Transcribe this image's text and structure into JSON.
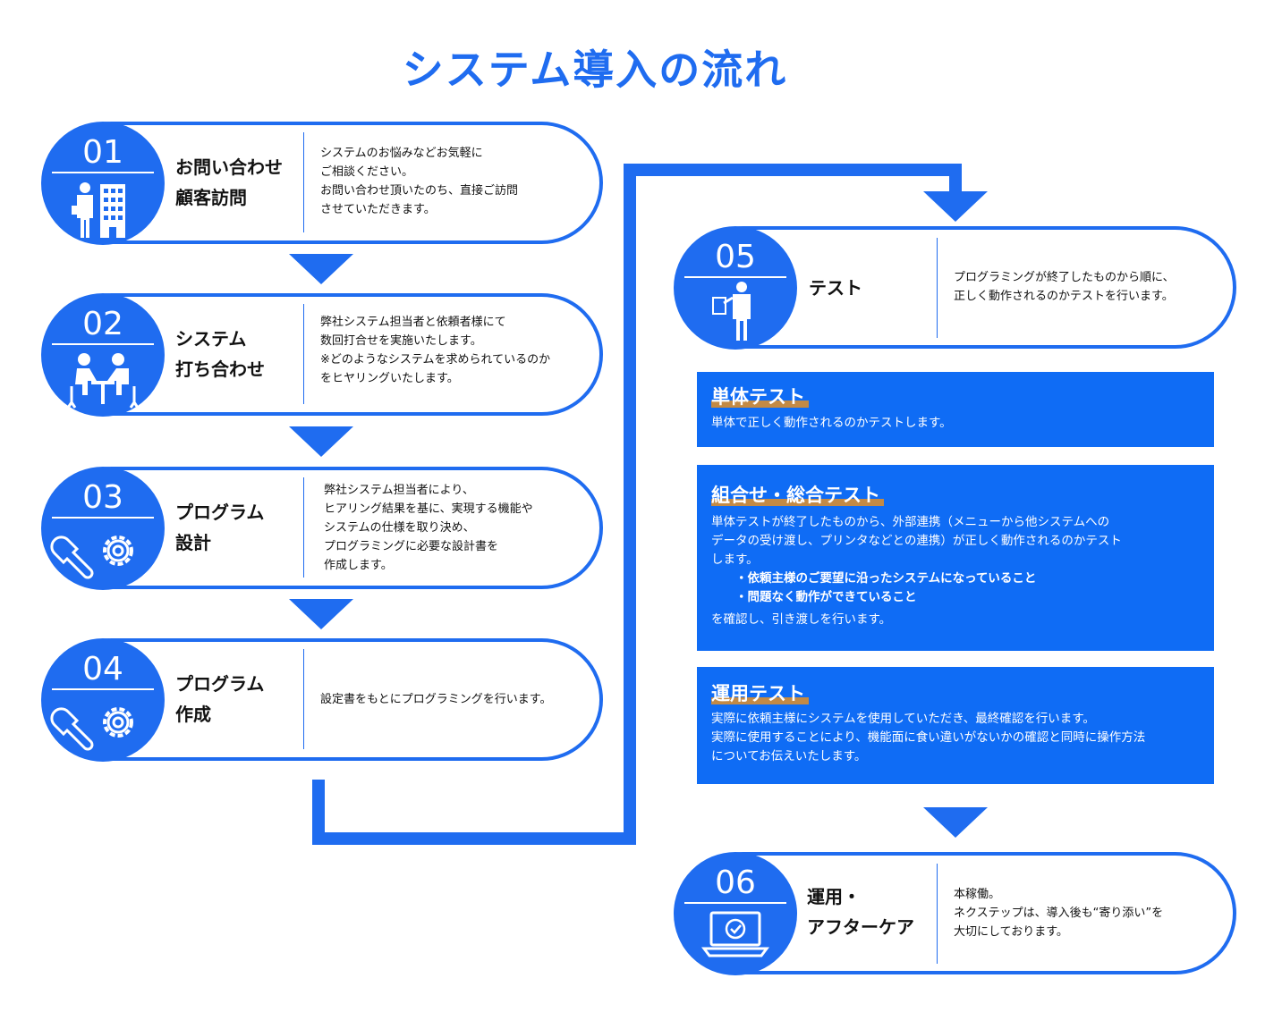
{
  "title": "システム導入の流れ",
  "steps": [
    {
      "num": "01",
      "heading": [
        "お問い合わせ",
        "顧客訪問"
      ],
      "icon": "businessman-building-icon",
      "desc": [
        "システムのお悩みなどお気軽に",
        "ご相談ください。",
        "お問い合わせ頂いたのち、直接ご訪問",
        "させていただきます。"
      ]
    },
    {
      "num": "02",
      "heading": [
        "システム",
        "打ち合わせ"
      ],
      "icon": "meeting-icon",
      "desc": [
        "弊社システム担当者と依頼者様にて",
        "数回打合せを実施いたします。",
        "※どのようなシステムを求められているのか",
        "をヒヤリングいたします。"
      ]
    },
    {
      "num": "03",
      "heading": [
        "プログラム",
        "設計"
      ],
      "icon": "wrench-gear-icon",
      "desc": [
        "弊社システム担当者により、",
        "ヒアリング結果を基に、実現する機能や",
        "システムの仕様を取り決め、",
        "プログラミングに必要な設計書を",
        "作成します。"
      ]
    },
    {
      "num": "04",
      "heading": [
        "プログラム",
        "作成"
      ],
      "icon": "wrench-gear-icon",
      "desc": [
        "設定書をもとにプログラミングを行います。"
      ]
    },
    {
      "num": "05",
      "heading": [
        "テスト"
      ],
      "icon": "presenter-icon",
      "desc": [
        "プログラミングが終了したものから順に、",
        "正しく動作されるのかテストを行います。"
      ]
    },
    {
      "num": "06",
      "heading": [
        "運用・",
        "アフターケア"
      ],
      "icon": "laptop-check-icon",
      "desc": [
        "本稼働。",
        "ネクステップは、導入後も“寄り添い”を",
        "大切にしております。"
      ]
    }
  ],
  "tests": [
    {
      "title": "単体テスト",
      "body": [
        "単体で正しく動作されるのかテストします。"
      ]
    },
    {
      "title": "組合せ・総合テスト",
      "body": [
        "単体テストが終了したものから、外部連携（メニューから他システムへの",
        "データの受け渡し、プリンタなどとの連携）が正しく動作されるのかテスト",
        "します。",
        "　　・依頼主様のご要望に沿ったシステムになっていること",
        "　　・問題なく動作ができていること",
        "を確認し、引き渡しを行います。"
      ]
    },
    {
      "title": "運用テスト",
      "body": [
        "実際に依頼主様にシステムを使用していただき、最終確認を行います。",
        "実際に使用することにより、機能面に食い違いがないかの確認と同時に操作方法",
        "についてお伝えいたします。"
      ]
    }
  ],
  "colors": {
    "primary": "#1f6cf0",
    "box": "#0f6cf5",
    "underline": "#c38a45"
  }
}
